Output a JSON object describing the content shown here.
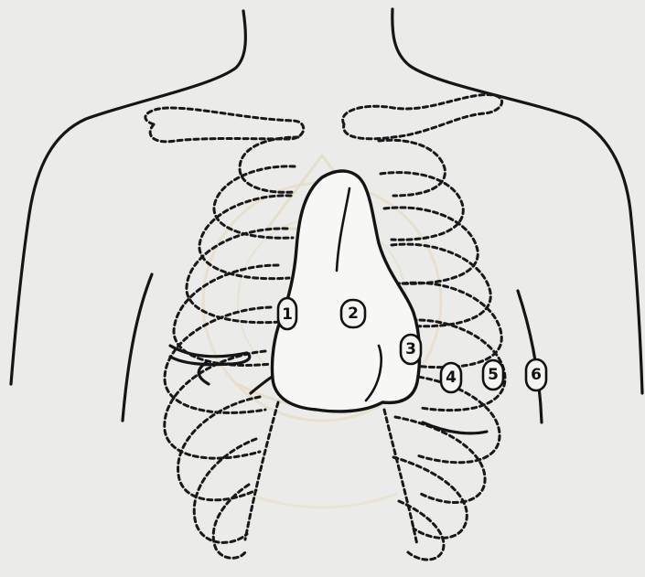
{
  "precordial_leads": {
    "v1": "1",
    "v2": "2",
    "v3": "3",
    "v4": "4",
    "v5": "5",
    "v6": "6"
  },
  "colors": {
    "paper": "#ebebea",
    "ink": "#151515",
    "watermark": "#e6cf9a"
  }
}
